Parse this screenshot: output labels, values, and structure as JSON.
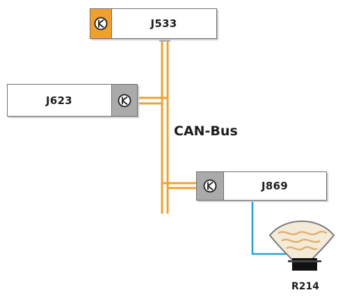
{
  "colors": {
    "bus_wire": "#f0a030",
    "sensor_wire": "#2a9fd6",
    "orange_accent": "#f0a030",
    "gray_accent": "#aaaaaa",
    "box_border": "#6e6e6e"
  },
  "modules": {
    "j533": {
      "label": "J533",
      "icon": "transistor-icon"
    },
    "j623": {
      "label": "J623",
      "icon": "transistor-icon"
    },
    "j869": {
      "label": "J869",
      "icon": "transistor-icon"
    }
  },
  "bus": {
    "label": "CAN-Bus"
  },
  "sensor": {
    "label": "R214",
    "icon": "knock-sensor-icon"
  }
}
